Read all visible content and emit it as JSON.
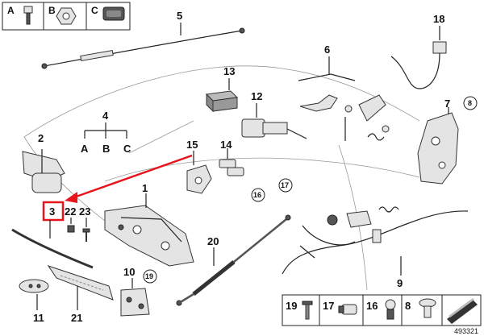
{
  "fastener_legend": [
    {
      "letter": "A"
    },
    {
      "letter": "B"
    },
    {
      "letter": "C"
    }
  ],
  "callouts": {
    "p1": "1",
    "p2": "2",
    "p3": "3",
    "p4": "4",
    "p5": "5",
    "p6": "6",
    "p7": "7",
    "p9": "9",
    "p10": "10",
    "p11": "11",
    "p12": "12",
    "p13": "13",
    "p14": "14",
    "p15": "15",
    "p18": "18",
    "p20": "20",
    "p21": "21",
    "p22": "22",
    "p23": "23"
  },
  "subparts": {
    "a": "A",
    "b": "B",
    "c": "C"
  },
  "circled": {
    "c8": "8",
    "c16": "16",
    "c17": "17",
    "c19": "19"
  },
  "bottom_legend": [
    {
      "num": "19"
    },
    {
      "num": "17"
    },
    {
      "num": "16"
    },
    {
      "num": "8"
    }
  ],
  "diagram_id": "493321",
  "colors": {
    "highlight": "#e8141c",
    "line": "#222222",
    "part_fill": "#e4e4e4"
  }
}
